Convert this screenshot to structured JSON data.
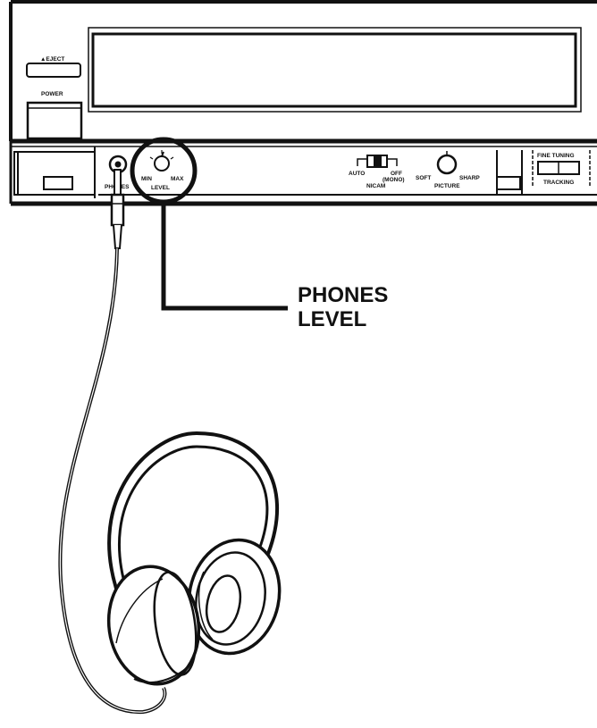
{
  "panel": {
    "eject_label": "▲EJECT",
    "power_label": "POWER",
    "phones_label": "PHONES",
    "level_min": "MIN",
    "level_max": "MAX",
    "level_label": "LEVEL",
    "nicam_auto": "AUTO",
    "nicam_off": "OFF",
    "nicam_mono": "(MONO)",
    "nicam_label": "NICAM",
    "picture_soft": "SOFT",
    "picture_sharp": "SHARP",
    "picture_label": "PICTURE",
    "fine_tuning": "FINE TUNING",
    "tracking": "TRACKING"
  },
  "callout": {
    "line1": "PHONES",
    "line2": "LEVEL"
  }
}
